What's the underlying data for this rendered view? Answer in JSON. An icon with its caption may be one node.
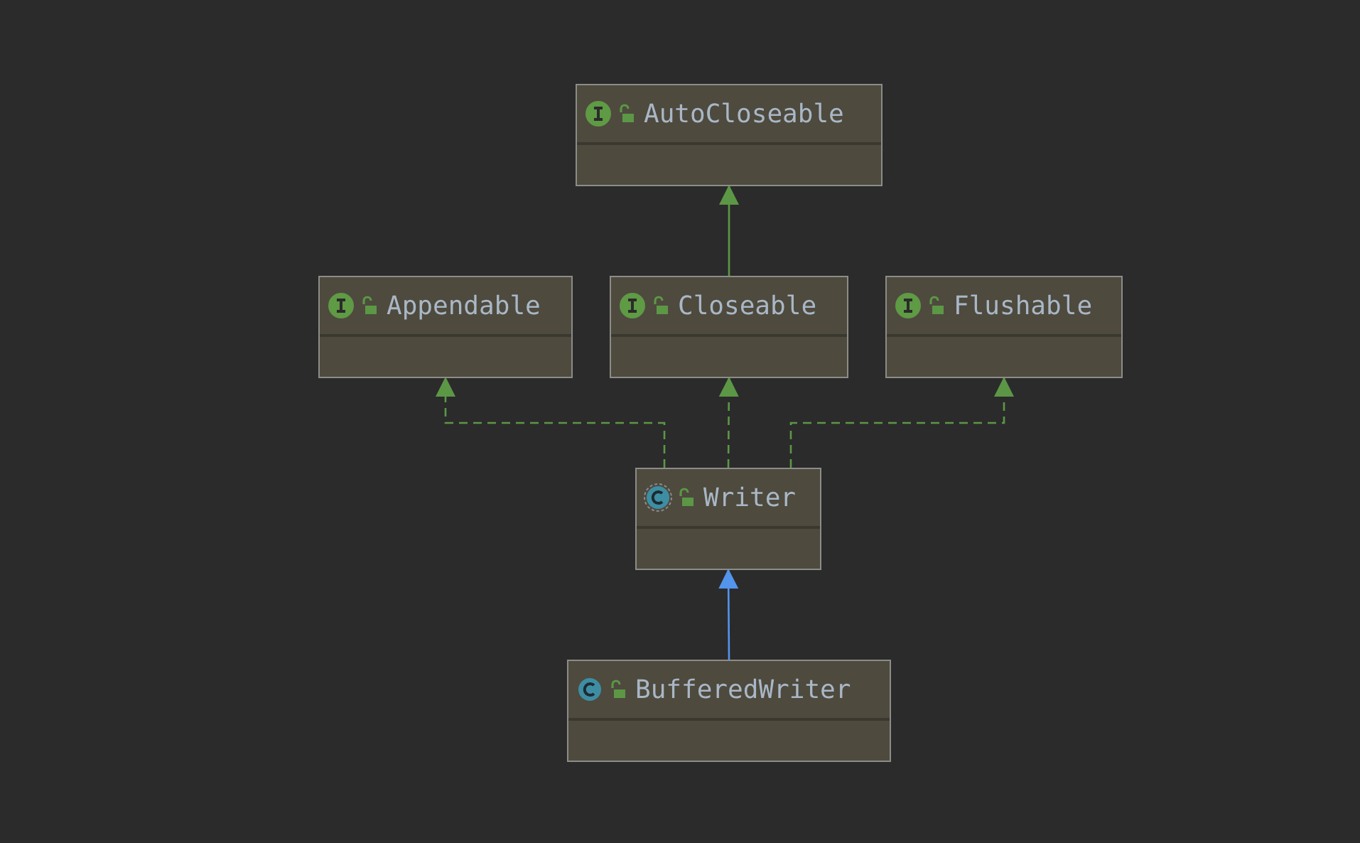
{
  "diagram": {
    "nodes": [
      {
        "text": [
          "AutoCloseable"
        ]
      },
      {
        "text": [
          "Appendable"
        ]
      },
      {
        "text": [
          "Closeable"
        ]
      },
      {
        "text": [
          "Flushable"
        ]
      },
      {
        "text": [
          "Writer"
        ]
      },
      {
        "text": [
          "BufferedWriter"
        ]
      }
    ],
    "edges": [
      {
        "from": 2,
        "to": 0,
        "arrow": "to"
      },
      {
        "from": 4,
        "to": 1,
        "arrow": "to",
        "style": "dashed"
      },
      {
        "from": 4,
        "to": 2,
        "arrow": "to",
        "style": "dashed"
      },
      {
        "from": 4,
        "to": 3,
        "arrow": "to",
        "style": "dashed"
      },
      {
        "from": 5,
        "to": 4,
        "arrow": "to",
        "color": "#5394ec"
      }
    ]
  }
}
